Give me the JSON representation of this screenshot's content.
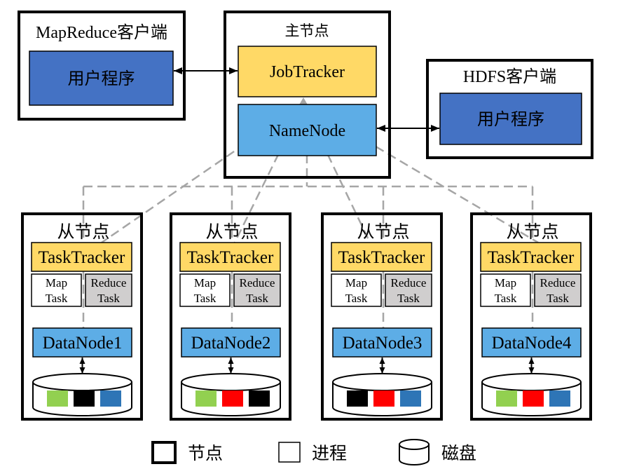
{
  "mapreduce_client": {
    "title": "MapReduce客户端",
    "program": "用户程序"
  },
  "master_node": {
    "title": "主节点",
    "jobtracker": "JobTracker",
    "namenode": "NameNode"
  },
  "hdfs_client": {
    "title": "HDFS客户端",
    "program": "用户程序"
  },
  "slave_nodes": [
    {
      "title": "从节点",
      "tasktracker": "TaskTracker",
      "map_task": [
        "Map",
        "Task"
      ],
      "reduce_task": [
        "Reduce",
        "Task"
      ],
      "datanode": "DataNode1",
      "blocks": [
        "#92d050",
        "#000000",
        "#2e75b6"
      ]
    },
    {
      "title": "从节点",
      "tasktracker": "TaskTracker",
      "map_task": [
        "Map",
        "Task"
      ],
      "reduce_task": [
        "Reduce",
        "Task"
      ],
      "datanode": "DataNode2",
      "blocks": [
        "#92d050",
        "#ff0000",
        "#000000"
      ]
    },
    {
      "title": "从节点",
      "tasktracker": "TaskTracker",
      "map_task": [
        "Map",
        "Task"
      ],
      "reduce_task": [
        "Reduce",
        "Task"
      ],
      "datanode": "DataNode3",
      "blocks": [
        "#000000",
        "#ff0000",
        "#2e75b6"
      ]
    },
    {
      "title": "从节点",
      "tasktracker": "TaskTracker",
      "map_task": [
        "Map",
        "Task"
      ],
      "reduce_task": [
        "Reduce",
        "Task"
      ],
      "datanode": "DataNode4",
      "blocks": [
        "#92d050",
        "#ff0000",
        "#2e75b6"
      ]
    }
  ],
  "legend": {
    "node": "节点",
    "process": "进程",
    "disk": "磁盘"
  },
  "colors": {
    "program": "#4472c4",
    "tracker": "#ffd966",
    "hdfs_node": "#5dade6",
    "map_task": "#ffffff",
    "reduce_task": "#d0cece",
    "dashed_link": "#a6a6a6"
  }
}
